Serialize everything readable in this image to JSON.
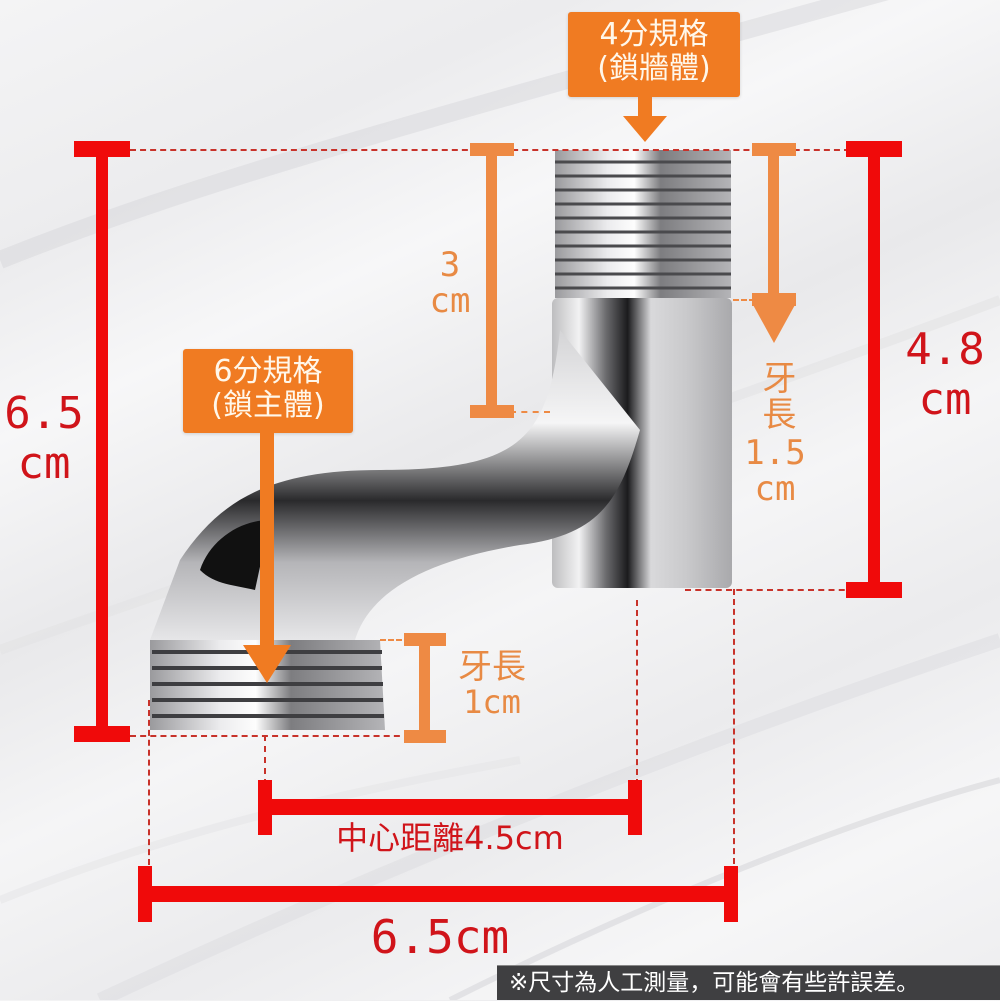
{
  "product": "chrome offset pipe fitting (wall-to-body connector)",
  "callouts": {
    "top": {
      "line1": "4分規格",
      "line2": "(鎖牆體)"
    },
    "left": {
      "line1": "6分規格",
      "line2": "(鎖主體)"
    }
  },
  "dimensions": {
    "total_height": {
      "value": "6.5",
      "unit": "cm"
    },
    "right_height": {
      "value": "4.8",
      "unit": "cm"
    },
    "upper_offset": {
      "value": "3",
      "unit": "cm"
    },
    "top_thread": {
      "label": "牙長",
      "value": "1.5",
      "unit": "cm"
    },
    "bottom_thread": {
      "label": "牙長",
      "value": "1cm"
    },
    "center_distance": {
      "label": "中心距離4.5cm"
    },
    "total_width": {
      "label": "6.5cm"
    }
  },
  "note": "※尺寸為人工測量，可能會有些許誤差。",
  "colors": {
    "red_dimension": "#f00a0a",
    "red_text": "#d0141a",
    "orange_dimension": "#ee8a44",
    "callout_bg": "#f07b22",
    "note_bg": "#3f3f41"
  }
}
